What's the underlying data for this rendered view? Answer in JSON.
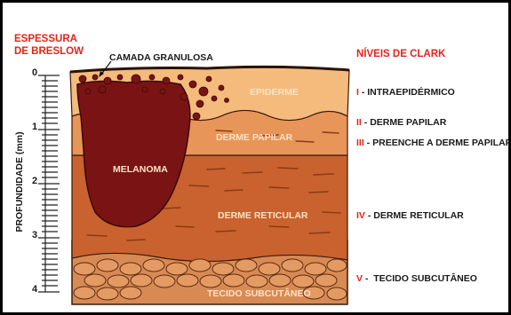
{
  "breslow": {
    "line1": "ESPESSURA",
    "line2": "DE BRESLOW"
  },
  "granular_layer": "CAMADA GRANULOSA",
  "clark_title": "NÍVEIS DE CLARK",
  "axis": {
    "label": "PROFUNDIDADE (mm)",
    "ticks": [
      "0",
      "1",
      "2",
      "3",
      "4"
    ]
  },
  "layers": {
    "epiderme": "EPIDERME",
    "derme_papilar": "DERME PAPILAR",
    "melanoma": "MELANOMA",
    "derme_reticular": "DERME RETICULAR",
    "tecido_subcutaneo": "TECIDO SUBCUTÂNEO"
  },
  "clark_levels": [
    {
      "roman": "I",
      "sep": " - ",
      "label": "INTRAEPIDÉRMICO"
    },
    {
      "roman": "II",
      "sep": " - ",
      "label": "DERME PAPILAR"
    },
    {
      "roman": "III",
      "sep": " - ",
      "label": "PREENCHE A DERME PAPILAR"
    },
    {
      "roman": "IV",
      "sep": " - ",
      "label": "DERME RETICULAR"
    },
    {
      "roman": "V",
      "sep": " -  ",
      "label": "TECIDO SUBCUTÂNEO"
    }
  ],
  "colors": {
    "accent_red": "#e4231b",
    "epiderme": "#f4bb7c",
    "derme_papilar": "#e8955a",
    "derme_reticular": "#c9622e",
    "subcutaneo": "#d88a55",
    "melanoma": "#7a1414"
  }
}
